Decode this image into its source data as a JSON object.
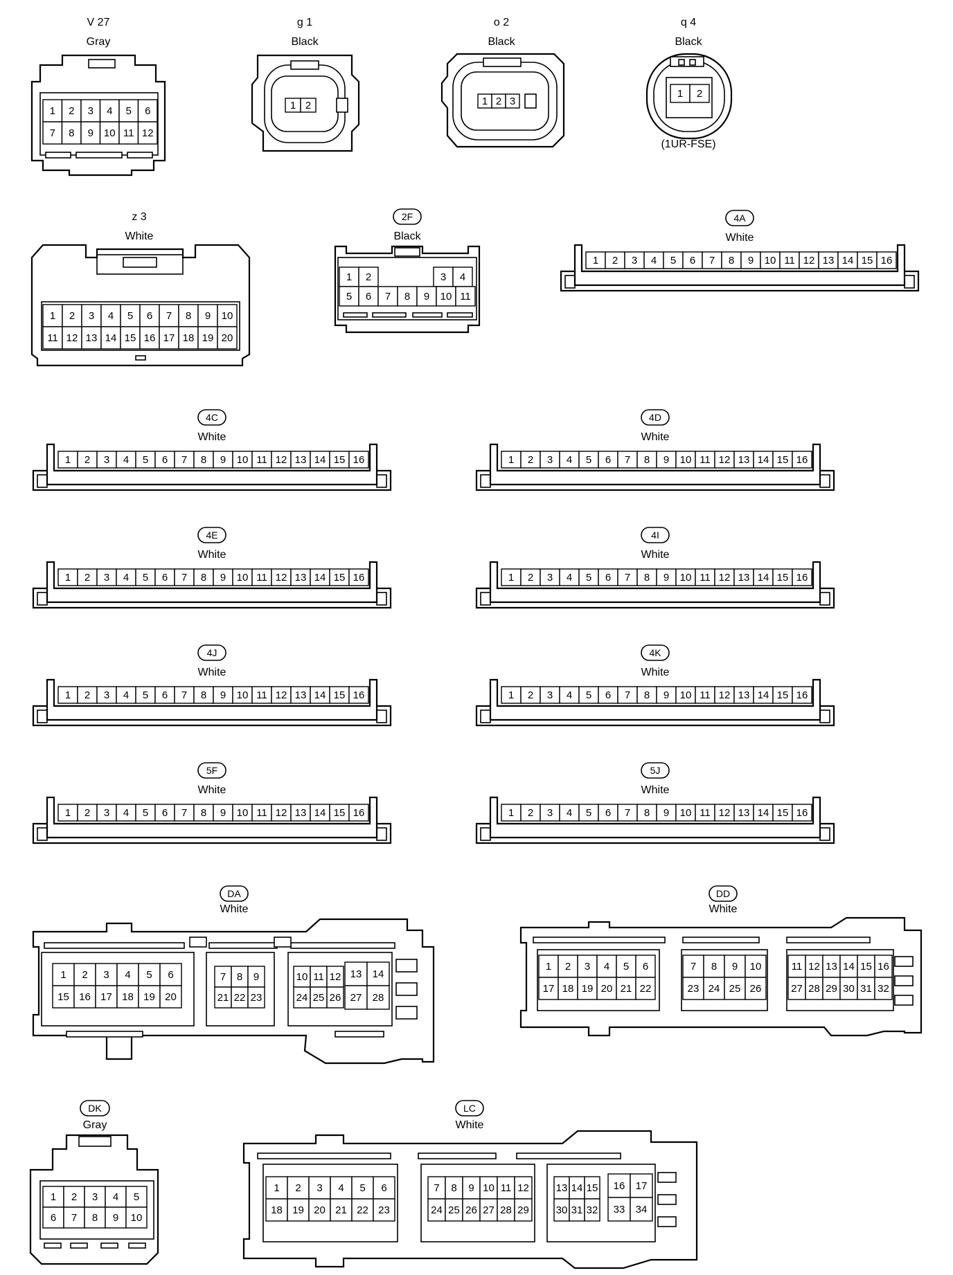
{
  "connectors": [
    {
      "id": "V 27",
      "color": "Gray"
    },
    {
      "id": "g 1",
      "color": "Black"
    },
    {
      "id": "o 2",
      "color": "Black"
    },
    {
      "id": "q 4",
      "color": "Black",
      "note": "(1UR-FSE)"
    },
    {
      "id": "z 3",
      "color": "White"
    },
    {
      "id": "2F",
      "color": "Black"
    },
    {
      "id": "4A",
      "color": "White"
    },
    {
      "id": "4C",
      "color": "White"
    },
    {
      "id": "4D",
      "color": "White"
    },
    {
      "id": "4E",
      "color": "White"
    },
    {
      "id": "4I",
      "color": "White"
    },
    {
      "id": "4J",
      "color": "White"
    },
    {
      "id": "4K",
      "color": "White"
    },
    {
      "id": "5F",
      "color": "White"
    },
    {
      "id": "5J",
      "color": "White"
    },
    {
      "id": "DA",
      "color": "White"
    },
    {
      "id": "DD",
      "color": "White"
    },
    {
      "id": "DK",
      "color": "Gray"
    },
    {
      "id": "LC",
      "color": "White"
    }
  ],
  "pins": {
    "V 27": [
      [
        "1",
        "2",
        "3",
        "4",
        "5",
        "6"
      ],
      [
        "7",
        "8",
        "9",
        "10",
        "11",
        "12"
      ]
    ],
    "g 1": [
      [
        "1",
        "2"
      ]
    ],
    "o 2": [
      [
        "1",
        "2",
        "3"
      ]
    ],
    "q 4": [
      [
        "1",
        "2"
      ]
    ],
    "z 3": [
      [
        "1",
        "2",
        "3",
        "4",
        "5",
        "6",
        "7",
        "8",
        "9",
        "10"
      ],
      [
        "11",
        "12",
        "13",
        "14",
        "15",
        "16",
        "17",
        "18",
        "19",
        "20"
      ]
    ],
    "2F": [
      [
        "1",
        "2",
        "",
        "",
        "3",
        "4"
      ],
      [
        "5",
        "6",
        "7",
        "8",
        "9",
        "10",
        "11"
      ]
    ],
    "strip16": [
      "1",
      "2",
      "3",
      "4",
      "5",
      "6",
      "7",
      "8",
      "9",
      "10",
      "11",
      "12",
      "13",
      "14",
      "15",
      "16"
    ],
    "DA": {
      "block1": [
        [
          "1",
          "2",
          "3",
          "4",
          "5",
          "6"
        ],
        [
          "15",
          "16",
          "17",
          "18",
          "19",
          "20"
        ]
      ],
      "block2": [
        [
          "7",
          "8",
          "9"
        ],
        [
          "21",
          "22",
          "23"
        ]
      ],
      "block3": [
        [
          "10",
          "11",
          "12",
          "13",
          "14"
        ],
        [
          "24",
          "25",
          "26",
          "27",
          "28"
        ]
      ]
    },
    "DD": {
      "block1": [
        [
          "1",
          "2",
          "3",
          "4",
          "5",
          "6"
        ],
        [
          "17",
          "18",
          "19",
          "20",
          "21",
          "22"
        ]
      ],
      "block2": [
        [
          "7",
          "8",
          "9",
          "10"
        ],
        [
          "23",
          "24",
          "25",
          "26"
        ]
      ],
      "block3": [
        [
          "11",
          "12",
          "13",
          "14",
          "15",
          "16"
        ],
        [
          "27",
          "28",
          "29",
          "30",
          "31",
          "32"
        ]
      ]
    },
    "DK": [
      [
        "1",
        "2",
        "3",
        "4",
        "5"
      ],
      [
        "6",
        "7",
        "8",
        "9",
        "10"
      ]
    ],
    "LC": {
      "block1": [
        [
          "1",
          "2",
          "3",
          "4",
          "5",
          "6"
        ],
        [
          "18",
          "19",
          "20",
          "21",
          "22",
          "23"
        ]
      ],
      "block2": [
        [
          "7",
          "8",
          "9",
          "10",
          "11",
          "12"
        ],
        [
          "24",
          "25",
          "26",
          "27",
          "28",
          "29"
        ]
      ],
      "block3": [
        [
          "13",
          "14",
          "15",
          "16",
          "17"
        ],
        [
          "30",
          "31",
          "32",
          "33",
          "34"
        ]
      ]
    }
  }
}
